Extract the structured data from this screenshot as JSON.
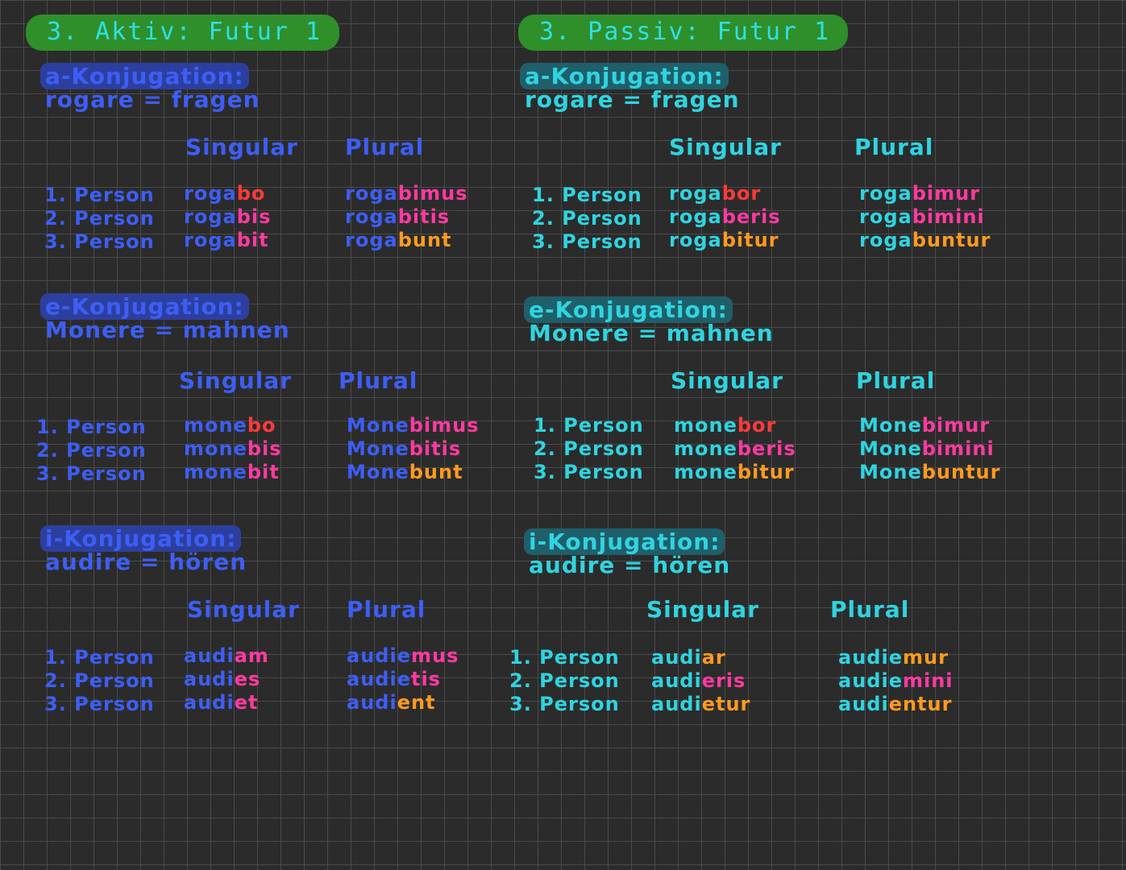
{
  "colors": {
    "background": "#2b2b2b",
    "title_bg": "#2f8f2a",
    "title_text": "#2ee0e6",
    "active_text": "#3d5ef5",
    "active_highlight": "#2d3f9e",
    "passive_text": "#2fd4e0",
    "passive_highlight": "#1f5f6a",
    "ending_red": "#ff3a3a",
    "ending_pink": "#ff3aa0",
    "ending_purple": "#b04aff",
    "ending_orange": "#ff9a1f",
    "ending_yellow": "#f4e23a"
  },
  "headers": {
    "singular": "Singular",
    "plural": "Plural",
    "person1": "1. Person",
    "person2": "2. Person",
    "person3": "3. Person"
  },
  "active": {
    "title": "3. Aktiv: Futur 1",
    "sections": [
      {
        "heading": "a-Konjugation:",
        "verb": "rogare = fragen",
        "singular": [
          {
            "stem": "roga",
            "end": "bo",
            "color": "#ff3a3a"
          },
          {
            "stem": "roga",
            "end": "bis",
            "color": "#ff3aa0"
          },
          {
            "stem": "roga",
            "end": "bit",
            "color": "#ff3aa0"
          }
        ],
        "plural": [
          {
            "stem": "roga",
            "end": "bimus",
            "color": "#ff3aa0"
          },
          {
            "stem": "roga",
            "end": "bitis",
            "color": "#ff3aa0"
          },
          {
            "stem": "roga",
            "end": "bunt",
            "color": "#ff9a1f"
          }
        ]
      },
      {
        "heading": "e-Konjugation:",
        "verb": "Monere = mahnen",
        "singular": [
          {
            "stem": "mone",
            "end": "bo",
            "color": "#ff3a3a"
          },
          {
            "stem": "mone",
            "end": "bis",
            "color": "#ff3aa0"
          },
          {
            "stem": "mone",
            "end": "bit",
            "color": "#ff3aa0"
          }
        ],
        "plural": [
          {
            "stem": "Mone",
            "end": "bimus",
            "color": "#ff3aa0"
          },
          {
            "stem": "Mone",
            "end": "bitis",
            "color": "#ff3aa0"
          },
          {
            "stem": "Mone",
            "end": "bunt",
            "color": "#ff9a1f"
          }
        ]
      },
      {
        "heading": "i-Konjugation:",
        "verb": "audire = hören",
        "singular": [
          {
            "stem": "audi",
            "end": "am",
            "color": "#ff3aa0"
          },
          {
            "stem": "audi",
            "end": "es",
            "color": "#ff3aa0"
          },
          {
            "stem": "audi",
            "end": "et",
            "color": "#ff3aa0"
          }
        ],
        "plural": [
          {
            "stem": "audie",
            "end": "mus",
            "color": "#ff3aa0"
          },
          {
            "stem": "audie",
            "end": "tis",
            "color": "#ff3aa0"
          },
          {
            "stem": "audi",
            "end": "ent",
            "color": "#ff9a1f"
          }
        ]
      }
    ]
  },
  "passive": {
    "title": "3. Passiv: Futur 1",
    "sections": [
      {
        "heading": "a-Konjugation:",
        "verb": "rogare = fragen",
        "singular": [
          {
            "stem": "roga",
            "end": "bor",
            "color": "#ff3a3a"
          },
          {
            "stem": "roga",
            "end": "beris",
            "color": "#ff3aa0"
          },
          {
            "stem": "roga",
            "end": "bitur",
            "color": "#ff9a1f"
          }
        ],
        "plural": [
          {
            "stem": "roga",
            "end": "bimur",
            "color": "#ff3aa0"
          },
          {
            "stem": "roga",
            "end": "bimini",
            "color": "#ff3aa0"
          },
          {
            "stem": "roga",
            "end": "buntur",
            "color": "#ff9a1f"
          }
        ]
      },
      {
        "heading": "e-Konjugation:",
        "verb": "Monere = mahnen",
        "singular": [
          {
            "stem": "mone",
            "end": "bor",
            "color": "#ff3a3a"
          },
          {
            "stem": "mone",
            "end": "beris",
            "color": "#ff3aa0"
          },
          {
            "stem": "mone",
            "end": "bitur",
            "color": "#ff9a1f"
          }
        ],
        "plural": [
          {
            "stem": "Mone",
            "end": "bimur",
            "color": "#ff3aa0"
          },
          {
            "stem": "Mone",
            "end": "bimini",
            "color": "#ff3aa0"
          },
          {
            "stem": "Mone",
            "end": "buntur",
            "color": "#ff9a1f"
          }
        ]
      },
      {
        "heading": "i-Konjugation:",
        "verb": "audire = hören",
        "singular": [
          {
            "stem": "audi",
            "end": "ar",
            "color": "#ff9a1f"
          },
          {
            "stem": "audi",
            "end": "eris",
            "color": "#ff3aa0"
          },
          {
            "stem": "audi",
            "end": "etur",
            "color": "#ff9a1f"
          }
        ],
        "plural": [
          {
            "stem": "audie",
            "end": "mur",
            "color": "#ff9a1f"
          },
          {
            "stem": "audie",
            "end": "mini",
            "color": "#ff3aa0"
          },
          {
            "stem": "audi",
            "end": "entur",
            "color": "#ff9a1f"
          }
        ]
      }
    ]
  }
}
